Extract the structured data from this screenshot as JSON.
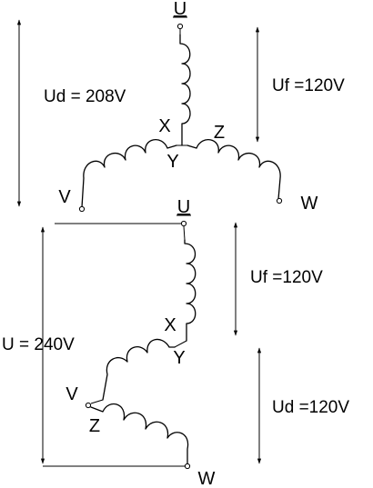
{
  "star": {
    "terminals": {
      "u": "U",
      "x": "X",
      "z": "Z",
      "y": "Y",
      "v": "V",
      "w": "W"
    },
    "labels": {
      "line_voltage": "Ud = 208V",
      "phase_voltage": "Uf =120V"
    }
  },
  "zigzag": {
    "terminals": {
      "u": "U",
      "x": "X",
      "y": "Y",
      "v": "V",
      "z": "Z",
      "w": "W"
    },
    "labels": {
      "total_voltage": "U = 240V",
      "phase_voltage": "Uf =120V",
      "second_voltage": "Ud =120V"
    }
  }
}
